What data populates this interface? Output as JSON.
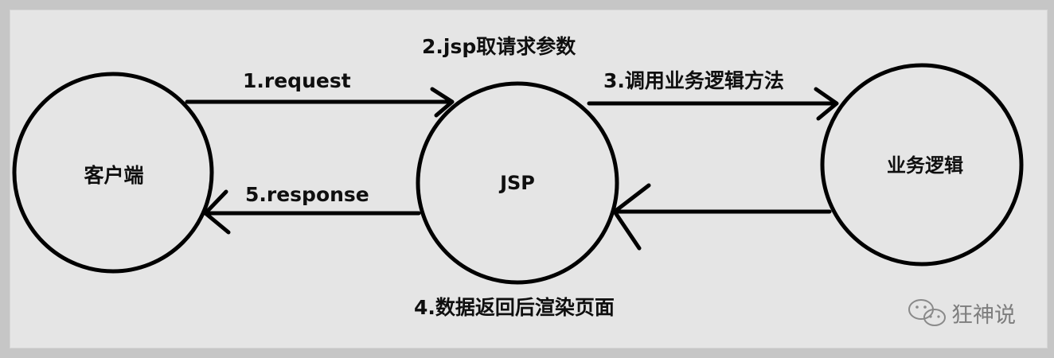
{
  "diagram": {
    "nodes": {
      "client": "客户端",
      "jsp": "JSP",
      "business": "业务逻辑"
    },
    "edges": {
      "request": "1.request",
      "jsp_params": "2.jsp取请求参数",
      "call_business": "3.调用业务逻辑方法",
      "return_render": "4.数据返回后渲染页面",
      "response": "5.response"
    }
  },
  "watermark": {
    "icon": "wechat-icon",
    "text": "狂神说"
  }
}
